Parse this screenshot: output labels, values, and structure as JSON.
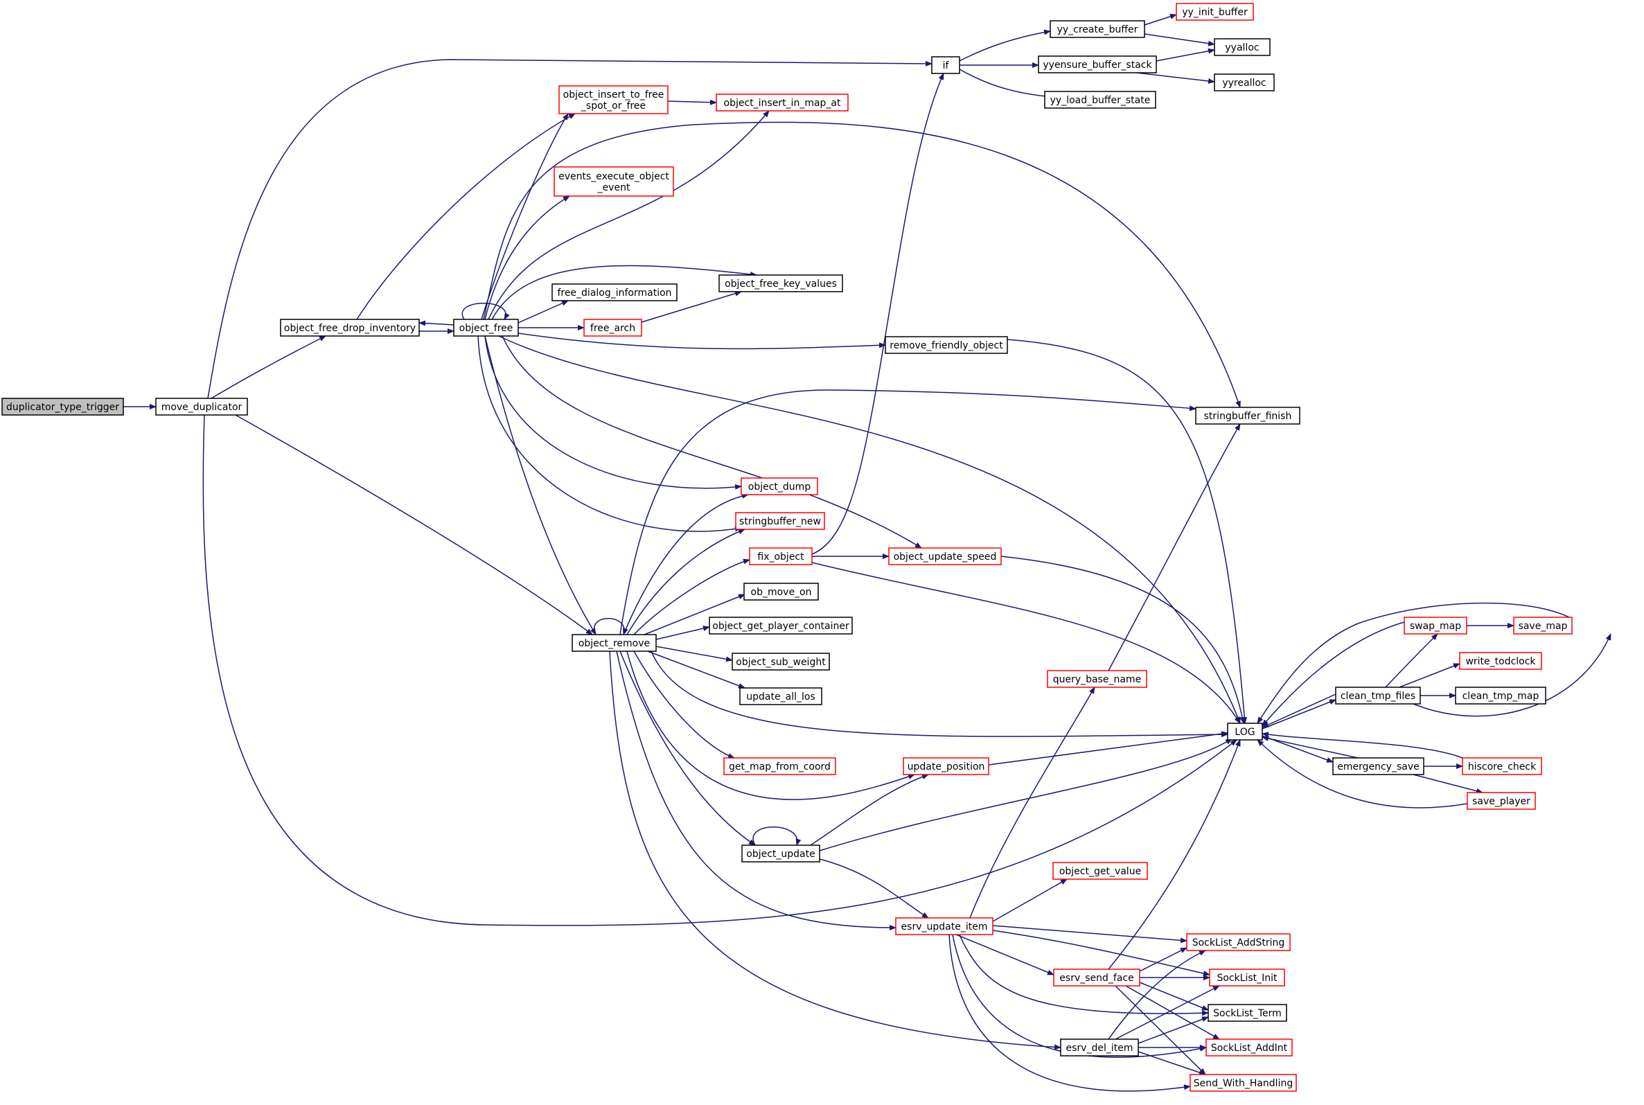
{
  "graph": {
    "edge_color": "#191970",
    "root_fill": "#bfbfbf",
    "border_black": "#000000",
    "border_red": "#ff0000",
    "nodes": [
      {
        "id": "duplicator_type_trigger",
        "lines": [
          "duplicator_type_trigger"
        ],
        "border": "root"
      },
      {
        "id": "move_duplicator",
        "lines": [
          "move_duplicator"
        ],
        "border": "black"
      },
      {
        "id": "object_free_drop_inventory",
        "lines": [
          "object_free_drop_inventory"
        ],
        "border": "black"
      },
      {
        "id": "object_free",
        "lines": [
          "object_free"
        ],
        "border": "black"
      },
      {
        "id": "object_remove",
        "lines": [
          "object_remove"
        ],
        "border": "black"
      },
      {
        "id": "if",
        "lines": [
          "if"
        ],
        "border": "black"
      },
      {
        "id": "yy_create_buffer",
        "lines": [
          "yy_create_buffer"
        ],
        "border": "black"
      },
      {
        "id": "yy_init_buffer",
        "lines": [
          "yy_init_buffer"
        ],
        "border": "red"
      },
      {
        "id": "yyalloc",
        "lines": [
          "yyalloc"
        ],
        "border": "black"
      },
      {
        "id": "yyensure_buffer_stack",
        "lines": [
          "yyensure_buffer_stack"
        ],
        "border": "black"
      },
      {
        "id": "yyrealloc",
        "lines": [
          "yyrealloc"
        ],
        "border": "black"
      },
      {
        "id": "yy_load_buffer_state",
        "lines": [
          "yy_load_buffer_state"
        ],
        "border": "black"
      },
      {
        "id": "object_insert_to_free_spot_or_free",
        "lines": [
          "object_insert_to_free",
          "_spot_or_free"
        ],
        "border": "red"
      },
      {
        "id": "object_insert_in_map_at",
        "lines": [
          "object_insert_in_map_at"
        ],
        "border": "red"
      },
      {
        "id": "events_execute_object_event",
        "lines": [
          "events_execute_object",
          "_event"
        ],
        "border": "red"
      },
      {
        "id": "free_dialog_information",
        "lines": [
          "free_dialog_information"
        ],
        "border": "black"
      },
      {
        "id": "object_free_key_values",
        "lines": [
          "object_free_key_values"
        ],
        "border": "black"
      },
      {
        "id": "free_arch",
        "lines": [
          "free_arch"
        ],
        "border": "red"
      },
      {
        "id": "remove_friendly_object",
        "lines": [
          "remove_friendly_object"
        ],
        "border": "black"
      },
      {
        "id": "stringbuffer_finish",
        "lines": [
          "stringbuffer_finish"
        ],
        "border": "black"
      },
      {
        "id": "object_dump",
        "lines": [
          "object_dump"
        ],
        "border": "red"
      },
      {
        "id": "stringbuffer_new",
        "lines": [
          "stringbuffer_new"
        ],
        "border": "red"
      },
      {
        "id": "fix_object",
        "lines": [
          "fix_object"
        ],
        "border": "red"
      },
      {
        "id": "object_update_speed",
        "lines": [
          "object_update_speed"
        ],
        "border": "red"
      },
      {
        "id": "ob_move_on",
        "lines": [
          "ob_move_on"
        ],
        "border": "black"
      },
      {
        "id": "object_get_player_container",
        "lines": [
          "object_get_player_container"
        ],
        "border": "black"
      },
      {
        "id": "object_sub_weight",
        "lines": [
          "object_sub_weight"
        ],
        "border": "black"
      },
      {
        "id": "update_all_los",
        "lines": [
          "update_all_los"
        ],
        "border": "black"
      },
      {
        "id": "get_map_from_coord",
        "lines": [
          "get_map_from_coord"
        ],
        "border": "red"
      },
      {
        "id": "update_position",
        "lines": [
          "update_position"
        ],
        "border": "red"
      },
      {
        "id": "object_update",
        "lines": [
          "object_update"
        ],
        "border": "black"
      },
      {
        "id": "query_base_name",
        "lines": [
          "query_base_name"
        ],
        "border": "red"
      },
      {
        "id": "LOG",
        "lines": [
          "LOG"
        ],
        "border": "black"
      },
      {
        "id": "clean_tmp_files",
        "lines": [
          "clean_tmp_files"
        ],
        "border": "black"
      },
      {
        "id": "swap_map",
        "lines": [
          "swap_map"
        ],
        "border": "red"
      },
      {
        "id": "save_map",
        "lines": [
          "save_map"
        ],
        "border": "red"
      },
      {
        "id": "write_todclock",
        "lines": [
          "write_todclock"
        ],
        "border": "red"
      },
      {
        "id": "clean_tmp_map",
        "lines": [
          "clean_tmp_map"
        ],
        "border": "black"
      },
      {
        "id": "emergency_save",
        "lines": [
          "emergency_save"
        ],
        "border": "black"
      },
      {
        "id": "hiscore_check",
        "lines": [
          "hiscore_check"
        ],
        "border": "red"
      },
      {
        "id": "save_player",
        "lines": [
          "save_player"
        ],
        "border": "red"
      },
      {
        "id": "object_get_value",
        "lines": [
          "object_get_value"
        ],
        "border": "red"
      },
      {
        "id": "esrv_update_item",
        "lines": [
          "esrv_update_item"
        ],
        "border": "red"
      },
      {
        "id": "esrv_send_face",
        "lines": [
          "esrv_send_face"
        ],
        "border": "red"
      },
      {
        "id": "esrv_del_item",
        "lines": [
          "esrv_del_item"
        ],
        "border": "black"
      },
      {
        "id": "SockList_AddString",
        "lines": [
          "SockList_AddString"
        ],
        "border": "red"
      },
      {
        "id": "SockList_Init",
        "lines": [
          "SockList_Init"
        ],
        "border": "red"
      },
      {
        "id": "SockList_Term",
        "lines": [
          "SockList_Term"
        ],
        "border": "black"
      },
      {
        "id": "SockList_AddInt",
        "lines": [
          "SockList_AddInt"
        ],
        "border": "red"
      },
      {
        "id": "Send_With_Handling",
        "lines": [
          "Send_With_Handling"
        ],
        "border": "red"
      }
    ]
  }
}
